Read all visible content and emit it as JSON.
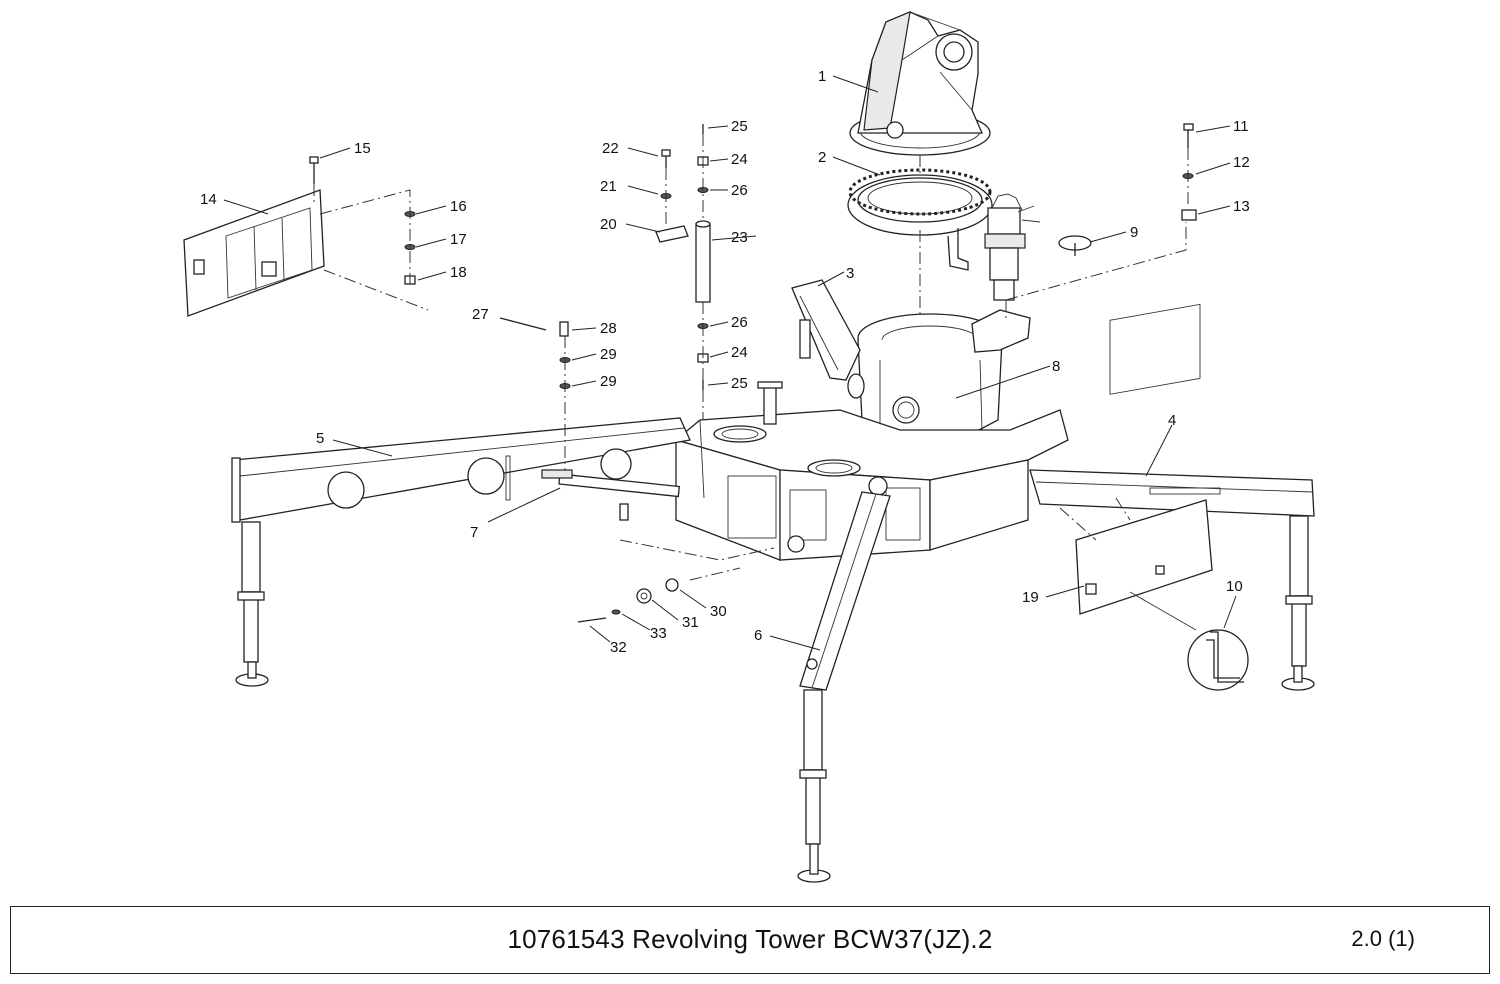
{
  "drawing": {
    "title": "10761543 Revolving Tower BCW37(JZ).2",
    "page": "2.0 (1)"
  },
  "callouts": {
    "c1": "1",
    "c2": "2",
    "c3": "3",
    "c4": "4",
    "c5": "5",
    "c6": "6",
    "c7": "7",
    "c8": "8",
    "c9": "9",
    "c10": "10",
    "c11": "11",
    "c12": "12",
    "c13": "13",
    "c14": "14",
    "c15": "15",
    "c16": "16",
    "c17": "17",
    "c18": "18",
    "c19": "19",
    "c20": "20",
    "c21": "21",
    "c22": "22",
    "c23": "23",
    "c24a": "24",
    "c24b": "24",
    "c25a": "25",
    "c25b": "25",
    "c26a": "26",
    "c26b": "26",
    "c27": "27",
    "c28": "28",
    "c29a": "29",
    "c29b": "29",
    "c30": "30",
    "c31": "31",
    "c32": "32",
    "c33": "33"
  }
}
